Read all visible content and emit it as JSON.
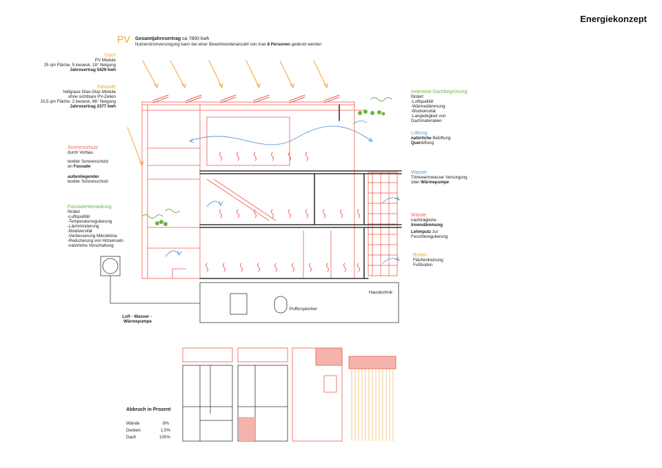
{
  "title": "Energiekonzept",
  "pv": {
    "heading": "PV",
    "line1_label": "Gesamtjahresertrag",
    "line1_value": "ca 7800 kwh",
    "line2_pre": "Nutzerstromversorgung kann bei einer Bewohnendenanzahl von max",
    "line2_bold": "8 Personen",
    "line2_post": "gedeckt werden"
  },
  "left_notes": {
    "dach": {
      "heading": "Dach",
      "l1": "PV Module",
      "l2": "25 qm Fläche, 5 kwoesk, 18° Neigung",
      "l3": "Jahresertrag 5429 kwh"
    },
    "fassade": {
      "heading": "Fassade",
      "l1": "hellgraue Glas-Glas Module",
      "l2": "ohne sichtbare PV-Zellen",
      "l3": "10,5 qm Fläche, 2 kwoesk, 66° Neigung",
      "l4": "Jahresertrag 2377 kwh"
    },
    "sonnenschutz": {
      "heading": "Sonnenschutz",
      "l1": "durch Vorbau",
      "l2": "textiler Sonnenschutz",
      "l3_pre": "an",
      "l3_bold": "Fassade",
      "l4": "außenliegender",
      "l5": "textiler Sonnenschutz"
    },
    "begruenung": {
      "heading": "Fassadenberankung",
      "items": [
        "fördert",
        "-Luftqualität",
        "-Temperaturregulierung",
        "-Lärmminderung",
        "-Biodiversität",
        "-Verbesserung Mikroklima",
        "-Reduzierung von Hitzeinseln",
        "-natürliche Verschattung"
      ]
    },
    "pumpe": {
      "l1": "Luft - Wasser -",
      "l2": "Wärmepumpe"
    }
  },
  "right_notes": {
    "dachbegruenung": {
      "heading": "extensive Dachbegrünung",
      "items": [
        "fördert",
        "-Luftqualität",
        "-Wärmedämmung",
        "-Biodiversität",
        "-Langlebigkeit von",
        "Dachmaterialien"
      ]
    },
    "lueftung": {
      "heading": "Lüftung",
      "l1_bold": "natürliche",
      "l1": "Belüftung",
      "l2_bold": "Quer",
      "l2": "lüftung"
    },
    "wasser": {
      "heading": "Wasser",
      "l1": "Trinkwarmwasser Versorgung",
      "l2_pre": "über",
      "l2_bold": "Wärmepumpe"
    },
    "waende": {
      "heading": "Wände",
      "l1": "nachträgliche",
      "l2": "Innendämmung",
      "l3_bold": "Lehmputz",
      "l3": "zur",
      "l4": "Feuchteregulierung"
    },
    "boden": {
      "heading": "Boden",
      "l1": "Flächenheizung",
      "l2": "Fußboden"
    }
  },
  "section_labels": {
    "haustechnik": "Haustechnik",
    "pufferspeicher": "Pufferspeicher"
  },
  "abbruch": {
    "heading": "Abbruch in Prozent",
    "rows": [
      {
        "label": "Wände",
        "value": "8%"
      },
      {
        "label": "Decken",
        "value": "1,5%"
      },
      {
        "label": "Dach",
        "value": "100%"
      }
    ]
  },
  "colors": {
    "red": "#ef5a4c",
    "orange": "#f2a530",
    "green": "#6db245",
    "blue": "#5b9bd5",
    "dark": "#333333"
  }
}
